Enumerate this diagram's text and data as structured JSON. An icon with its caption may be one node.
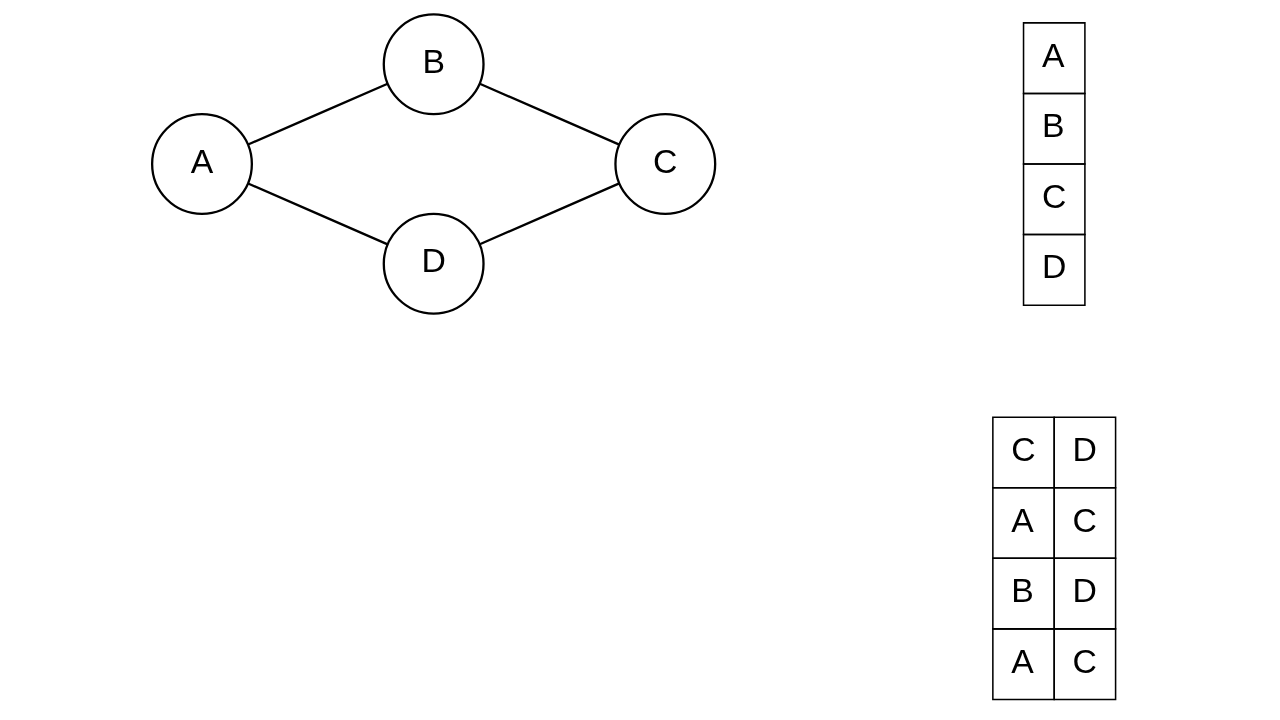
{
  "diagram": {
    "nodes": [
      {
        "text": [
          "A"
        ]
      },
      {
        "text": [
          "B"
        ]
      },
      {
        "text": [
          "C"
        ]
      },
      {
        "text": [
          "D"
        ]
      }
    ],
    "edges": [
      {
        "from": 0,
        "to": 1,
        "arrow": "none"
      },
      {
        "from": 1,
        "to": 2,
        "arrow": "none"
      },
      {
        "from": 0,
        "to": 3,
        "arrow": "none"
      },
      {
        "from": 3,
        "to": 2,
        "arrow": "none"
      }
    ],
    "labels": [
      "A",
      "B",
      "C",
      "D",
      "C",
      "D",
      "A",
      "C",
      "B",
      "D",
      "A",
      "C"
    ]
  }
}
